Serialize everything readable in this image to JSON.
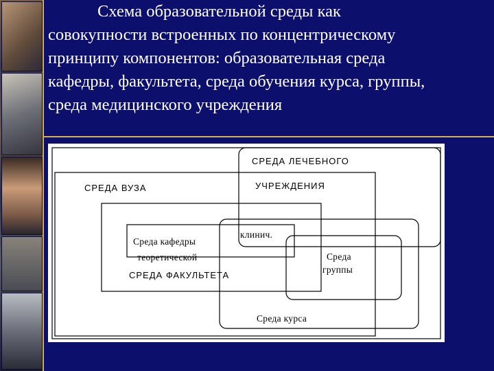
{
  "title": "Схема образовательной среды как\nсовокупности встроенных по концентрическому\nпринципу компонентов: образовательная среда\nкафедры, факультета, среда обучения курса, группы,\nсреда медицинского учреждения",
  "diagram": {
    "hospital_label_line1": "СРЕДА ЛЕЧЕБНОГО",
    "hospital_label_line2": "УЧРЕЖДЕНИЯ",
    "university_label": "СРЕДА  ВУЗА",
    "department_label_line1": "Среда кафедры",
    "department_label_line2": "теоретической",
    "clinical_label": "клинич.",
    "faculty_label": "СРЕДА  ФАКУЛЬТЕТА",
    "group_label_line1": "Среда",
    "group_label_line2": "группы",
    "course_label": "Среда курса"
  },
  "colors": {
    "background": "#0c0f6b",
    "accent_lines": "#d8b04a",
    "panel": "#ffffff"
  }
}
